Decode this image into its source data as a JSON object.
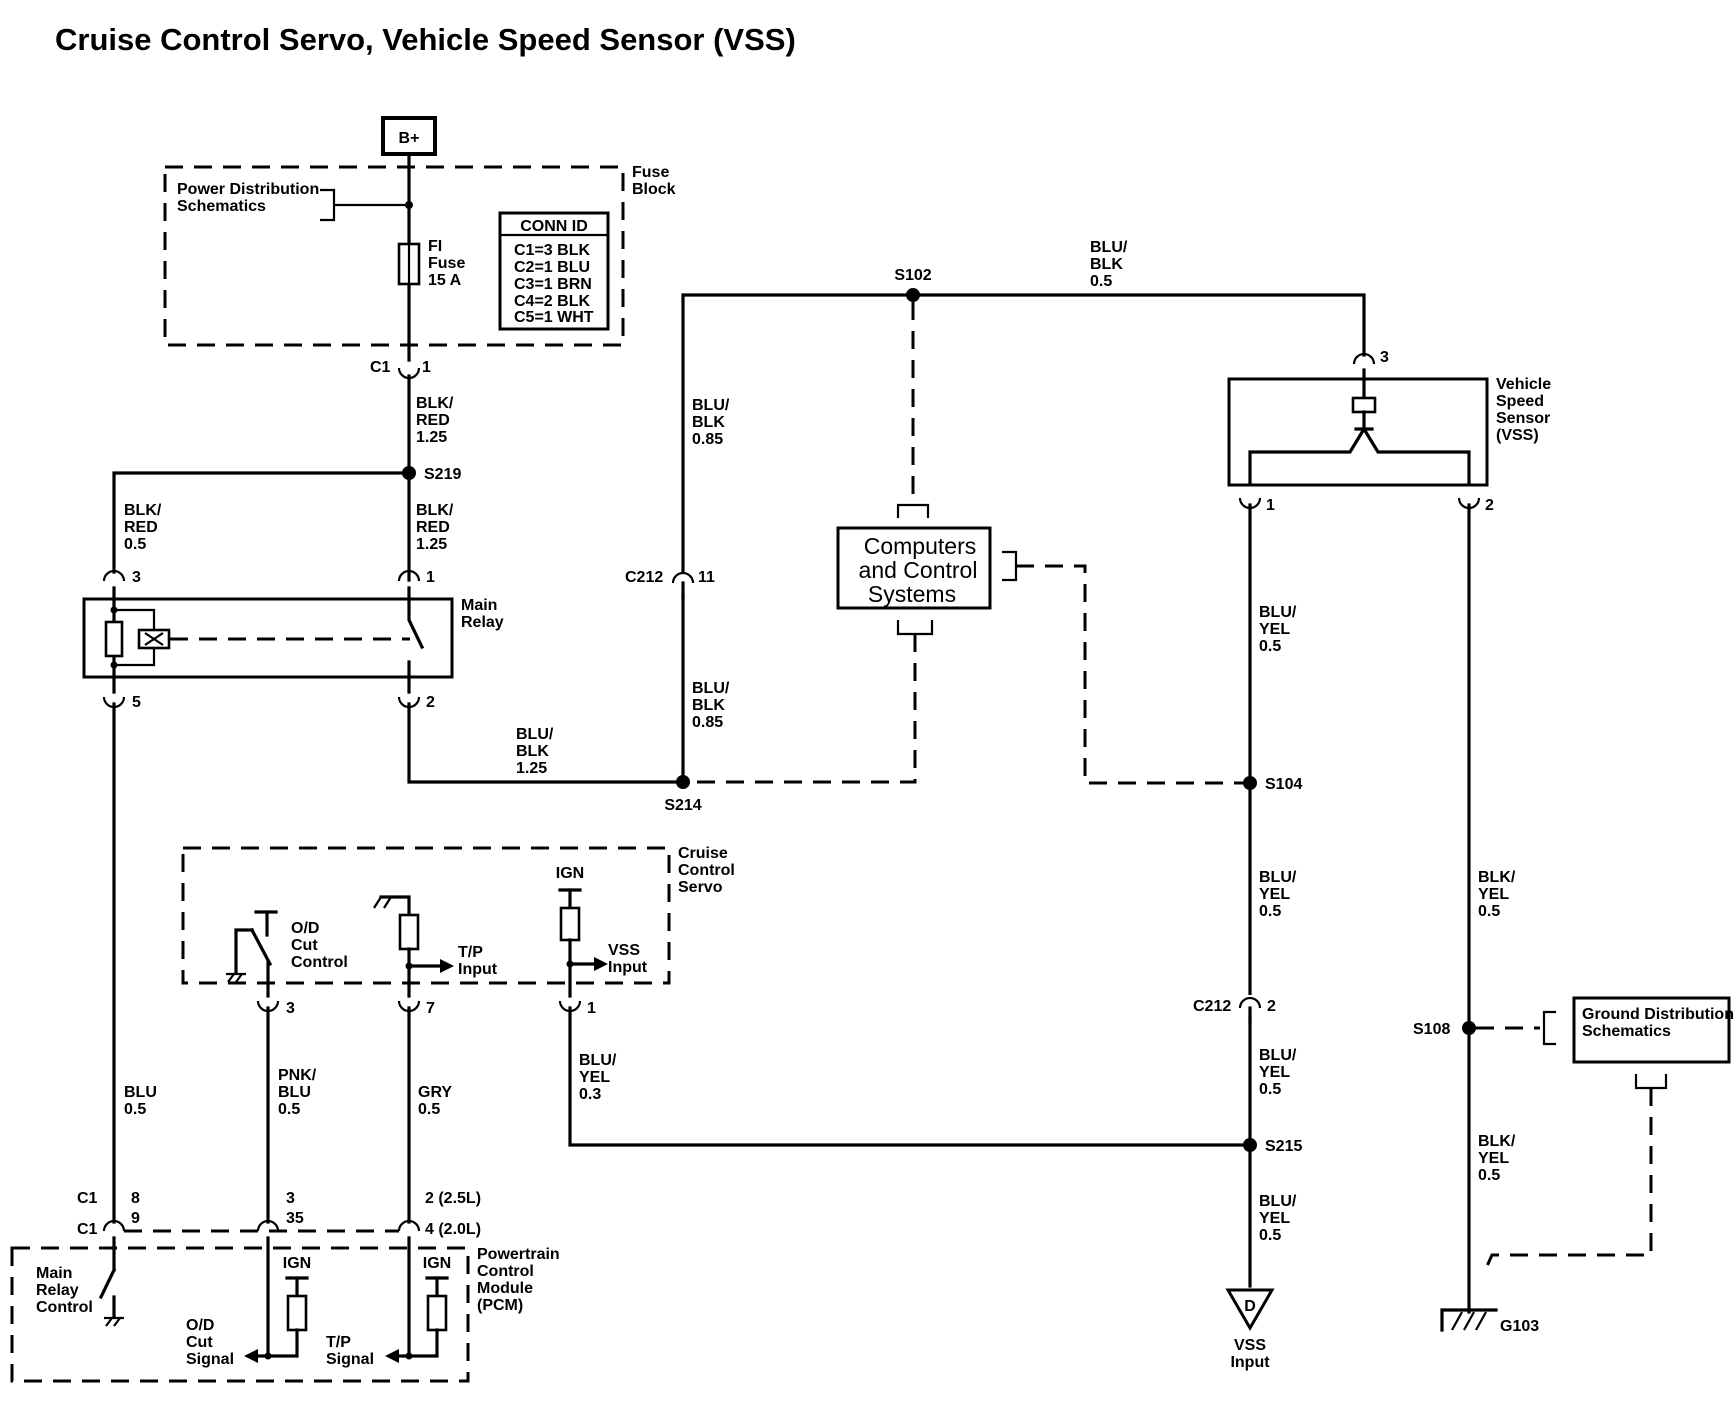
{
  "title": "Cruise Control Servo, Vehicle Speed Sensor (VSS)",
  "power": {
    "source": "B+",
    "pds": [
      "Power Distribution",
      "Schematics"
    ],
    "fuse_block": [
      "Fuse",
      "Block"
    ],
    "fuse": [
      "FI",
      "Fuse",
      "15 A"
    ]
  },
  "conn_id": {
    "header": "CONN ID",
    "rows": [
      "C1=3 BLK",
      "C2=1 BLU",
      "C3=1 BRN",
      "C4=2 BLK",
      "C5=1 WHT"
    ]
  },
  "connectors": {
    "c1_top": "C1",
    "c1_top_pin": "1",
    "c212_a": "C212",
    "c212_a_pin": "11",
    "c212_b": "C212",
    "c212_b_pin": "2",
    "vss_pin3": "3",
    "vss_pin1": "1",
    "vss_pin2": "2",
    "relay_pin3": "3",
    "relay_pin1": "1",
    "relay_pin5": "5",
    "relay_pin2": "2",
    "servo_pin3": "3",
    "servo_pin7": "7",
    "servo_pin1": "1",
    "pcm_c1_a": "C1",
    "pcm_c1_b": "C1",
    "pcm_8": "8",
    "pcm_9": "9",
    "pcm_3": "3",
    "pcm_35": "35",
    "pcm_2": "2 (2.5L)",
    "pcm_4": "4 (2.0L)"
  },
  "splices": {
    "s102": "S102",
    "s219": "S219",
    "s214": "S214",
    "s104": "S104",
    "s108": "S108",
    "s215": "S215"
  },
  "wires": {
    "blk_red_125_a": [
      "BLK/",
      "RED",
      "1.25"
    ],
    "blk_red_125_b": [
      "BLK/",
      "RED",
      "1.25"
    ],
    "blk_red_05": [
      "BLK/",
      "RED",
      "0.5"
    ],
    "blu_blk_05": [
      "BLU/",
      "BLK",
      "0.5"
    ],
    "blu_blk_085_a": [
      "BLU/",
      "BLK",
      "0.85"
    ],
    "blu_blk_085_b": [
      "BLU/",
      "BLK",
      "0.85"
    ],
    "blu_blk_125": [
      "BLU/",
      "BLK",
      "1.25"
    ],
    "blu_yel_05_a": [
      "BLU/",
      "YEL",
      "0.5"
    ],
    "blu_yel_05_b": [
      "BLU/",
      "YEL",
      "0.5"
    ],
    "blu_yel_05_c": [
      "BLU/",
      "YEL",
      "0.5"
    ],
    "blu_yel_05_d": [
      "BLU/",
      "YEL",
      "0.5"
    ],
    "blu_yel_03": [
      "BLU/",
      "YEL",
      "0.3"
    ],
    "blk_yel_05_a": [
      "BLK/",
      "YEL",
      "0.5"
    ],
    "blk_yel_05_b": [
      "BLK/",
      "YEL",
      "0.5"
    ],
    "blu_05": [
      "BLU",
      "0.5"
    ],
    "pnk_blu_05": [
      "PNK/",
      "BLU",
      "0.5"
    ],
    "gry_05": [
      "GRY",
      "0.5"
    ]
  },
  "components": {
    "main_relay": [
      "Main",
      "Relay"
    ],
    "computers": [
      "Computers",
      "and Control",
      "Systems"
    ],
    "vss": [
      "Vehicle",
      "Speed",
      "Sensor",
      "(VSS)"
    ],
    "servo": [
      "Cruise",
      "Control",
      "Servo"
    ],
    "od_cut_control": [
      "O/D",
      "Cut",
      "Control"
    ],
    "tp_input": [
      "T/P",
      "Input"
    ],
    "vss_input_servo": [
      "VSS",
      "Input"
    ],
    "ign_servo": "IGN",
    "pcm": [
      "Powertrain",
      "Control",
      "Module",
      "(PCM)"
    ],
    "main_relay_control": [
      "Main",
      "Relay",
      "Control"
    ],
    "od_cut_signal": [
      "O/D",
      "Cut",
      "Signal"
    ],
    "tp_signal": [
      "T/P",
      "Signal"
    ],
    "ign_pcm_a": "IGN",
    "ign_pcm_b": "IGN",
    "vss_input_bottom": [
      "VSS",
      "Input"
    ],
    "vss_input_letter": "D",
    "gds": [
      "Ground Distribution",
      "Schematics"
    ],
    "ground": "G103"
  }
}
